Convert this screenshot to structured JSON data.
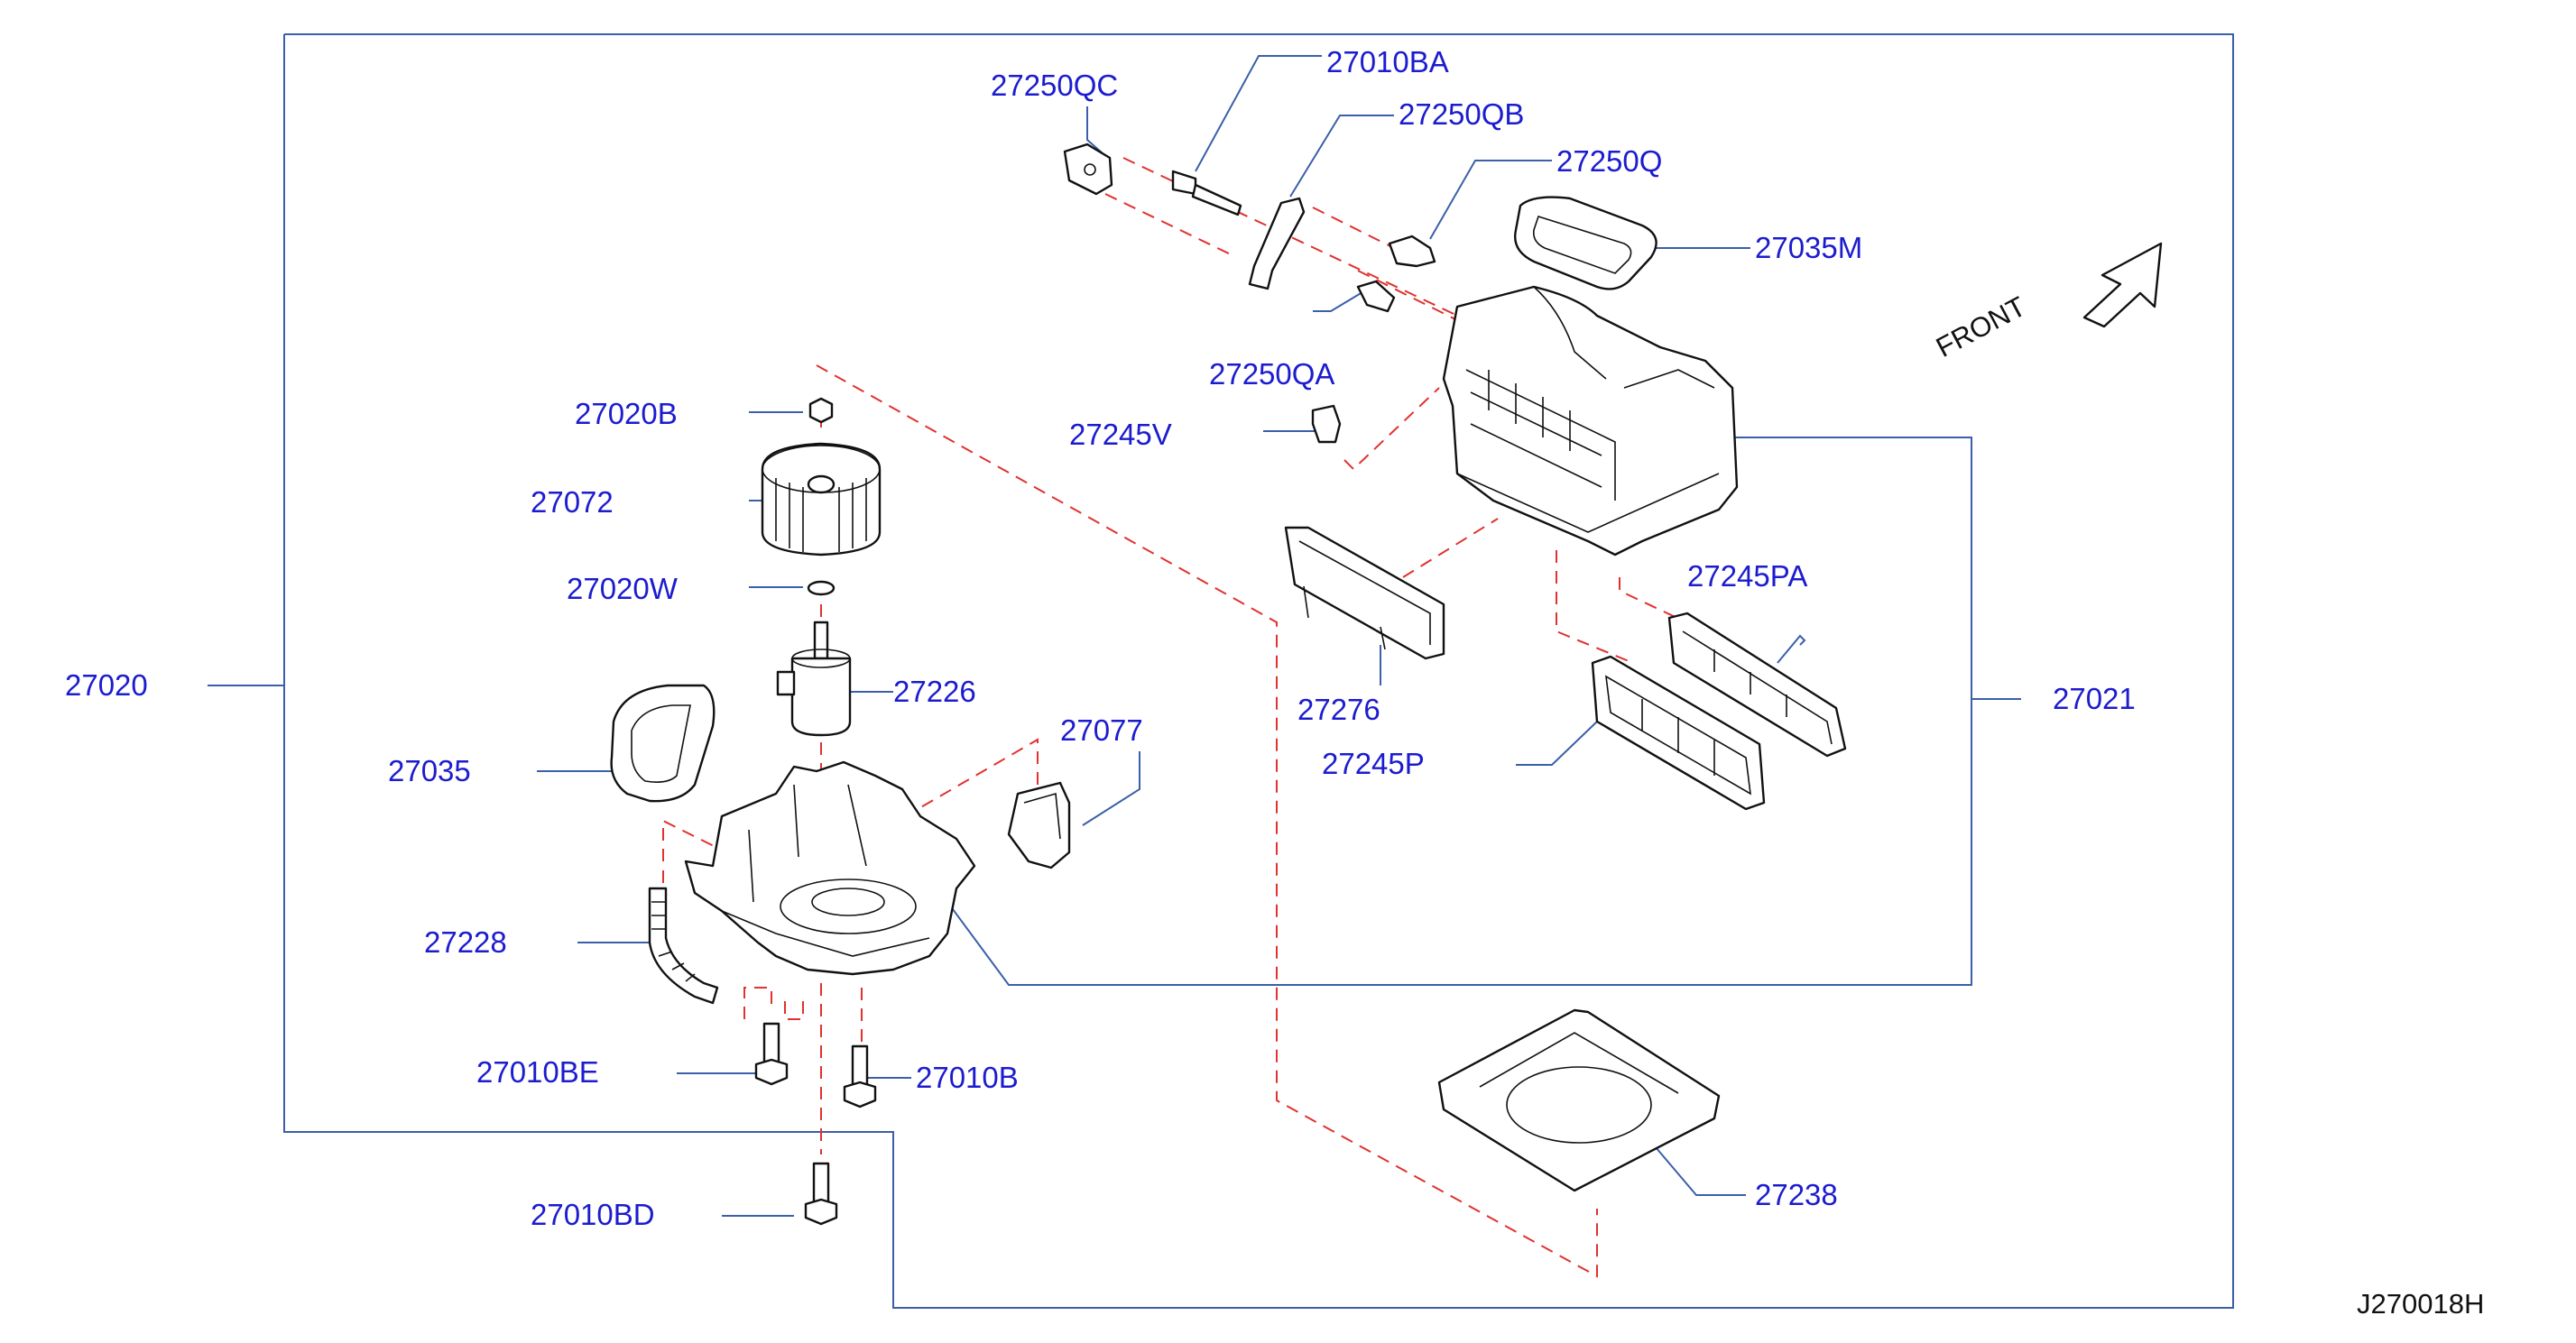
{
  "parts": {
    "p27250QC": "27250QC",
    "p27010BA": "27010BA",
    "p27250QB": "27250QB",
    "p27250Q": "27250Q",
    "p27035M": "27035M",
    "p27250QA": "27250QA",
    "p27245V": "27245V",
    "p27020B": "27020B",
    "p27072": "27072",
    "p27020W": "27020W",
    "p27020": "27020",
    "p27226": "27226",
    "p27077": "27077",
    "p27035": "27035",
    "p27228": "27228",
    "p27010BE": "27010BE",
    "p27010B": "27010B",
    "p27010BD": "27010BD",
    "p27276": "27276",
    "p27245PA": "27245PA",
    "p27245P": "27245P",
    "p27021": "27021",
    "p27238": "27238"
  },
  "front_label": "FRONT",
  "diagram_ref": "J270018H",
  "colors": {
    "label": "#1c1ccf",
    "leader": "#3b5fa8",
    "dash": "#e0322f",
    "line": "#111111"
  }
}
